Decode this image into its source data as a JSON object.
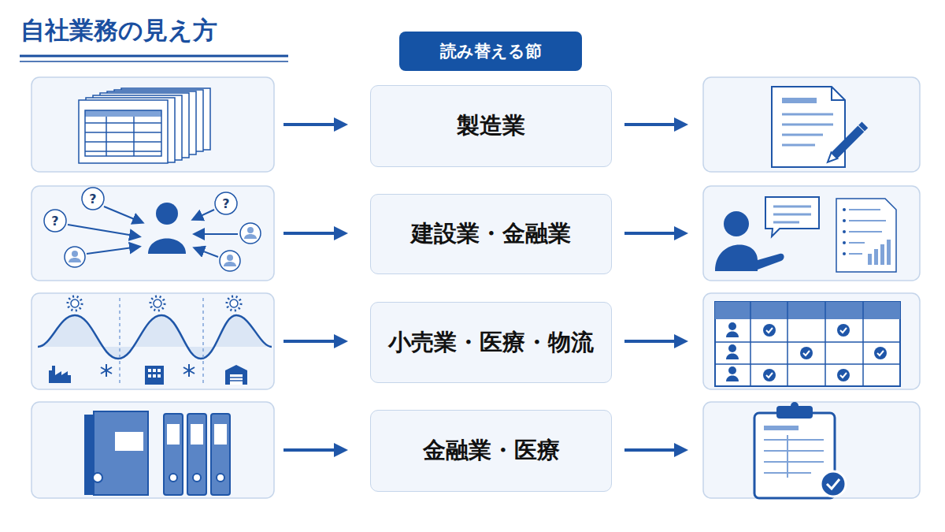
{
  "diagram": {
    "title": "自社業務の見え方",
    "nodes": [
      {
        "text": [
          "読み替える節"
        ]
      },
      {
        "text": [
          "製造業"
        ]
      },
      {
        "text": [
          "建設業・金融業"
        ]
      },
      {
        "text": [
          "小売業・医療・物流"
        ]
      },
      {
        "text": [
          "金融業・医療"
        ]
      }
    ],
    "labels": [
      "?",
      "?",
      "?"
    ]
  }
}
